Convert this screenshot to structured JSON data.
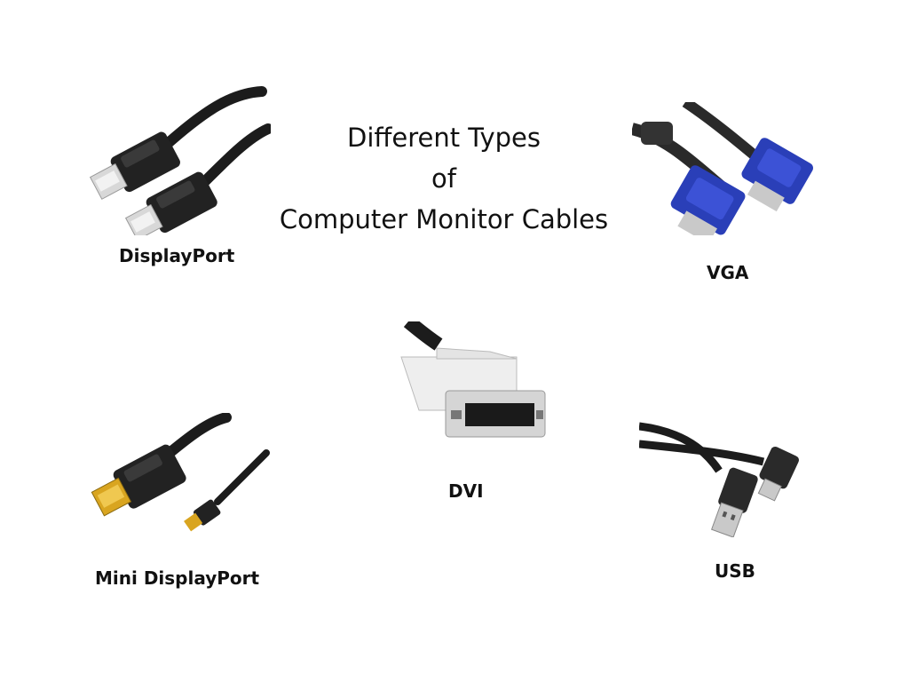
{
  "title": {
    "line1": "Different Types",
    "line2": "of",
    "line3": "Computer Monitor Cables"
  },
  "cables": {
    "displayport": {
      "label": "DisplayPort",
      "icon": "displayport-cable-icon"
    },
    "vga": {
      "label": "VGA",
      "icon": "vga-cable-icon"
    },
    "dvi": {
      "label": "DVI",
      "icon": "dvi-cable-icon"
    },
    "mini_displayport": {
      "label": "Mini DisplayPort",
      "icon": "mini-displayport-cable-icon"
    },
    "usb": {
      "label": "USB",
      "icon": "usb-cable-icon"
    }
  },
  "colors": {
    "cable_black": "#1c1c1c",
    "vga_blue": "#2a3fb8",
    "dvi_white": "#eeeeee",
    "gold_contact": "#d9a520",
    "metal": "#c9c9c9"
  }
}
